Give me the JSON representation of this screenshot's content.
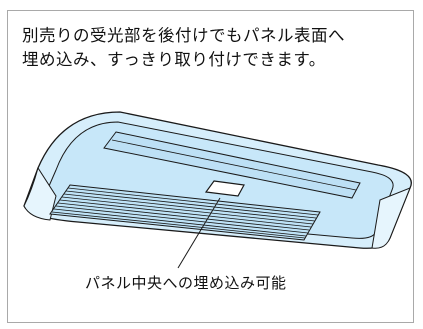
{
  "description": {
    "line1": "別売りの受光部を後付けでもパネル表面へ",
    "line2": "埋め込み、すっきり取り付けできます。"
  },
  "illustration": {
    "caption": "パネル中央への埋め込み可能"
  },
  "colors": {
    "panel_fill": "#d6eefb",
    "panel_mid": "#bfe3f7",
    "outline": "#1a1a1a",
    "frame_border": "#a9a9a9"
  }
}
